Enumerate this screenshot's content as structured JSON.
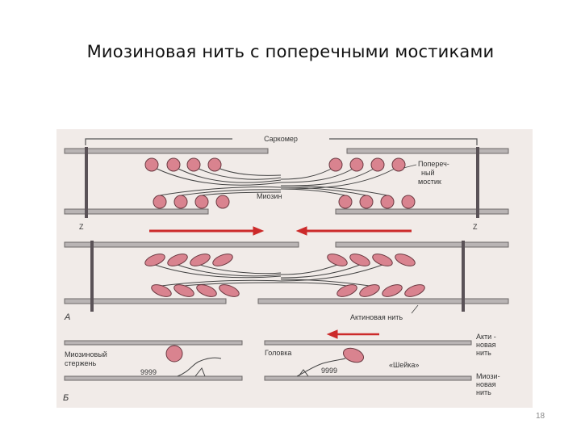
{
  "slide": {
    "title": "Миозиновая нить с поперечными мостиками",
    "page_number": "18"
  },
  "figure": {
    "labels": {
      "sarcomere": "Саркомер",
      "cross_bridge_1": "Попереч-",
      "cross_bridge_2": "ный",
      "cross_bridge_3": "мостик",
      "myosin": "Миозин",
      "z_left": "Z",
      "z_right": "Z",
      "panel_a": "А",
      "panel_b": "Б",
      "actin_filament": "Актиновая нить",
      "myosin_rod_1": "Миозиновый",
      "myosin_rod_2": "стержень",
      "head": "Головка",
      "neck": "«Шейка»",
      "actin_right_1": "Акти -",
      "actin_right_2": "новая",
      "actin_right_3": "нить",
      "myosin_right_1": "Миози-",
      "myosin_right_2": "новая",
      "myosin_right_3": "нить",
      "coil_1": "9999",
      "coil_2": "9999"
    },
    "colors": {
      "background": "#f1ebe8",
      "filament": "#8f8c8c",
      "z_line": "#5a5257",
      "head_fill": "#d9838f",
      "head_stroke": "#6b3a42",
      "arrow": "#cc2a2a"
    }
  }
}
